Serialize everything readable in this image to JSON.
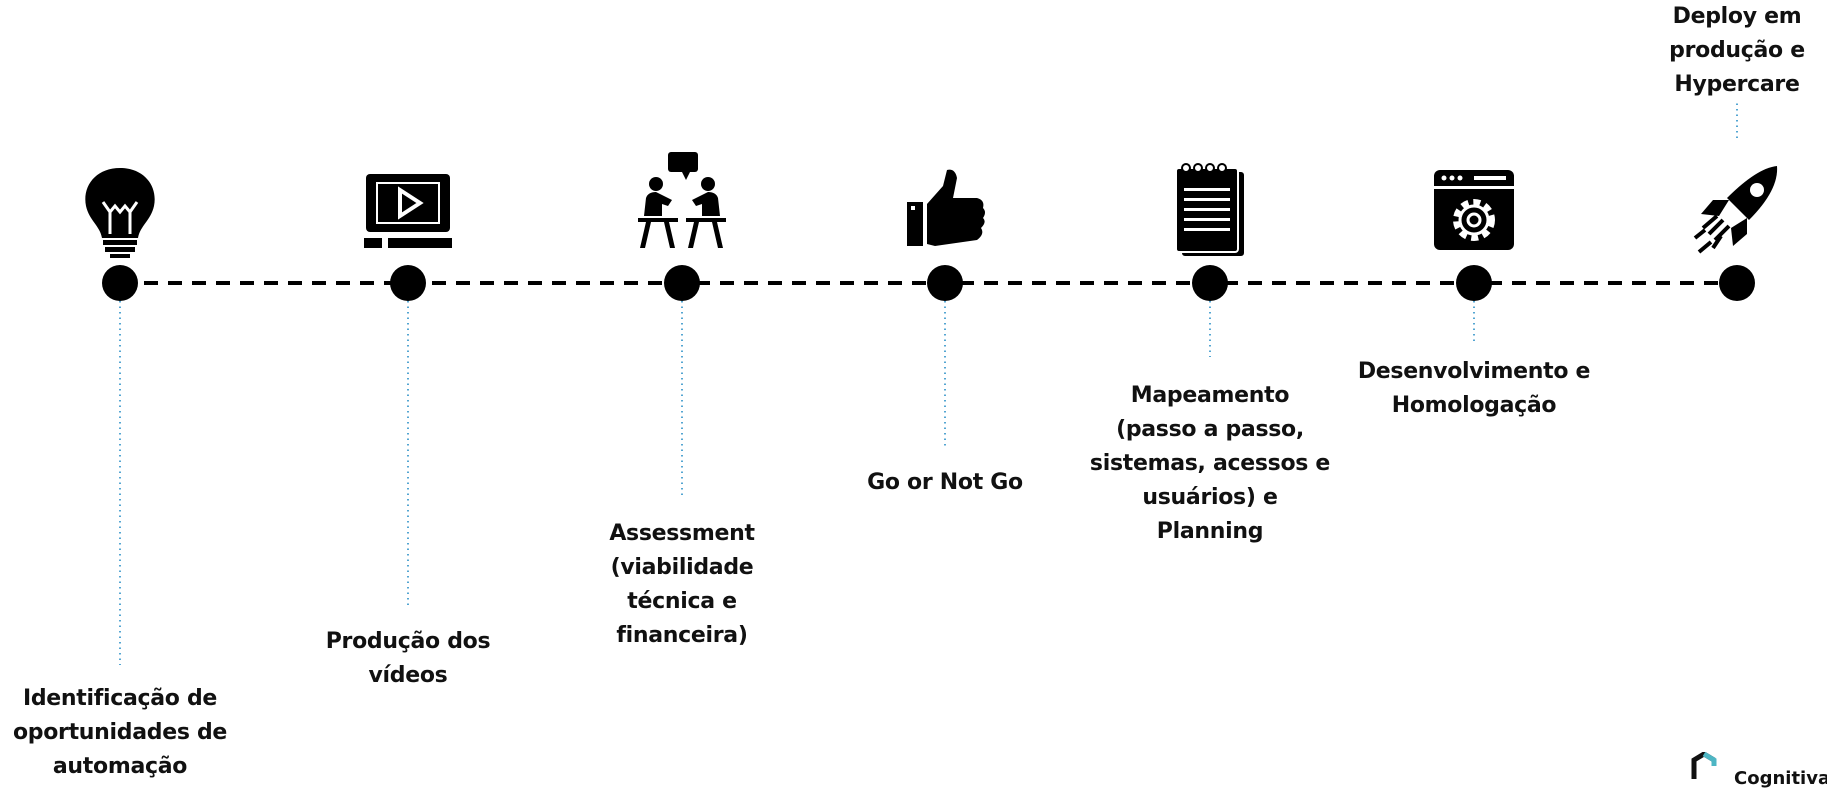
{
  "steps": [
    {
      "id": "ideation",
      "icon": "lightbulb-icon",
      "lines": [
        "Identificação de",
        "oportunidades de",
        "automação"
      ]
    },
    {
      "id": "videos",
      "icon": "video-monitor-icon",
      "lines": [
        "Produção dos",
        "vídeos"
      ]
    },
    {
      "id": "assessment",
      "icon": "meeting-discussion-icon",
      "lines": [
        "Assessment",
        "(viabilidade",
        "técnica e",
        "financeira)"
      ]
    },
    {
      "id": "go-no-go",
      "icon": "thumbs-up-icon",
      "lines": [
        "Go or Not Go"
      ]
    },
    {
      "id": "mapping",
      "icon": "notepad-icon",
      "lines": [
        "Mapeamento",
        "(passo a passo,",
        "sistemas, acessos e",
        "usuários) e",
        "Planning"
      ]
    },
    {
      "id": "development",
      "icon": "browser-gear-icon",
      "lines": [
        "Desenvolvimento e",
        "Homologação"
      ]
    },
    {
      "id": "deploy",
      "icon": "rocket-icon",
      "lines": [
        "Deploy em",
        "produção e",
        "Hypercare"
      ]
    }
  ],
  "brand": {
    "text": "Cognitiva",
    "icon": "logo-mark-icon",
    "accent": "#4db6c4"
  },
  "colors": {
    "line": "#000000",
    "connector": "#2a8fc7",
    "text": "#111111"
  }
}
